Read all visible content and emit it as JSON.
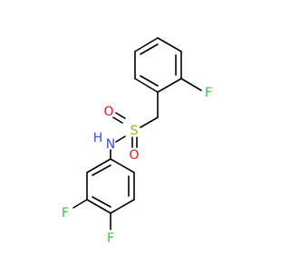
{
  "molecule": {
    "atoms": {
      "fluorine_top": {
        "symbol": "F",
        "color": "#33cc33"
      },
      "sulfur": {
        "symbol": "S",
        "color": "#b3b300"
      },
      "oxygen_left": {
        "symbol": "O",
        "color": "#ff0d0d"
      },
      "oxygen_bottom": {
        "symbol": "O",
        "color": "#ff0d0d"
      },
      "nitrogen": {
        "symbol": "N",
        "color": "#3050f8"
      },
      "nitrogen_h": {
        "symbol": "H",
        "color": "#3050f8"
      },
      "fluorine_3": {
        "symbol": "F",
        "color": "#33cc33"
      },
      "fluorine_4": {
        "symbol": "F",
        "color": "#33cc33"
      }
    },
    "bond_color": "#000000"
  }
}
